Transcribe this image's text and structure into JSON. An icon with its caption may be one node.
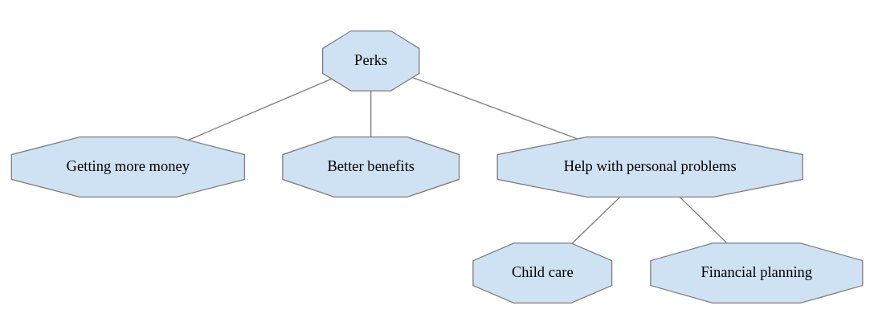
{
  "diagram": {
    "nodes": [
      {
        "text": [
          "Perks"
        ]
      },
      {
        "text": [
          "Getting more money"
        ]
      },
      {
        "text": [
          "Better benefits"
        ]
      },
      {
        "text": [
          "Help with personal problems"
        ]
      },
      {
        "text": [
          "Child care"
        ]
      },
      {
        "text": [
          "Financial planning"
        ]
      }
    ],
    "edges": [
      {
        "from": 0,
        "to": 1,
        "arrow": "none"
      },
      {
        "from": 0,
        "to": 2,
        "arrow": "none"
      },
      {
        "from": 0,
        "to": 3,
        "arrow": "none"
      },
      {
        "from": 3,
        "to": 4,
        "arrow": "none"
      },
      {
        "from": 3,
        "to": 5,
        "arrow": "none"
      }
    ]
  }
}
